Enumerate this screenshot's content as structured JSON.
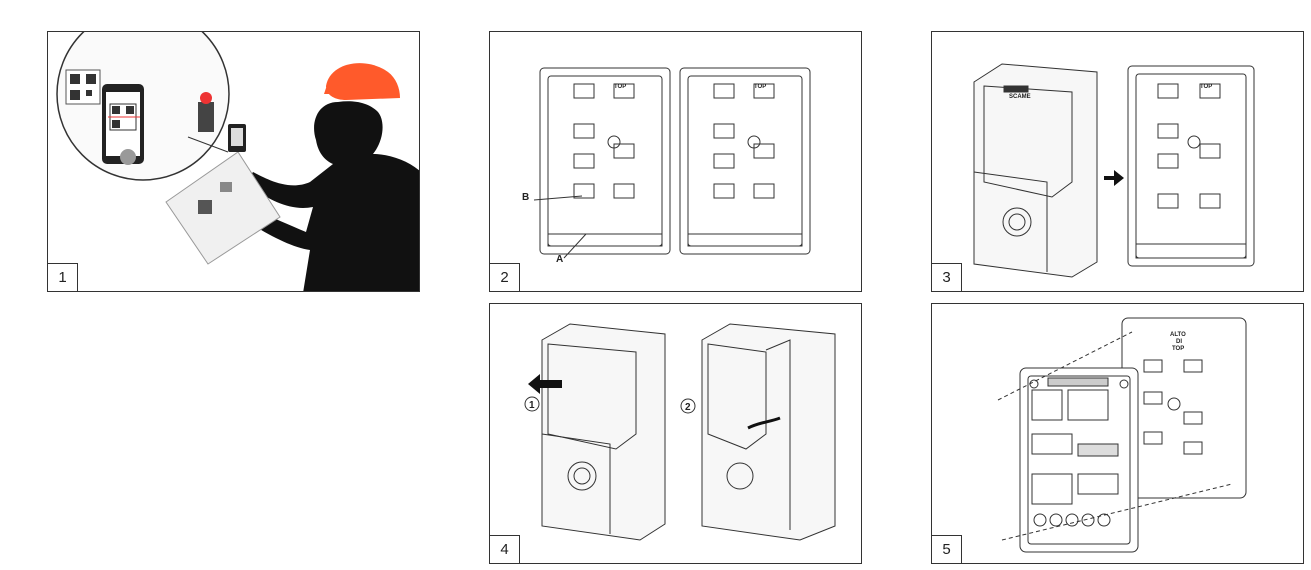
{
  "steps": [
    {
      "number": "1",
      "caption": ""
    },
    {
      "number": "2",
      "caption": ""
    },
    {
      "number": "3",
      "caption": ""
    },
    {
      "number": "4",
      "caption": ""
    },
    {
      "number": "5",
      "caption": ""
    }
  ],
  "callouts": {
    "a": "A",
    "b": "B",
    "step_one": "1",
    "step_two": "2"
  },
  "box_text": {
    "top": "TOP",
    "alto": "ALTO",
    "di": "DI",
    "top2": "TOP",
    "brand": "SCAME"
  },
  "colors": {
    "cap": "#ff5a2b",
    "line": "#333333",
    "silhouette": "#111111"
  }
}
